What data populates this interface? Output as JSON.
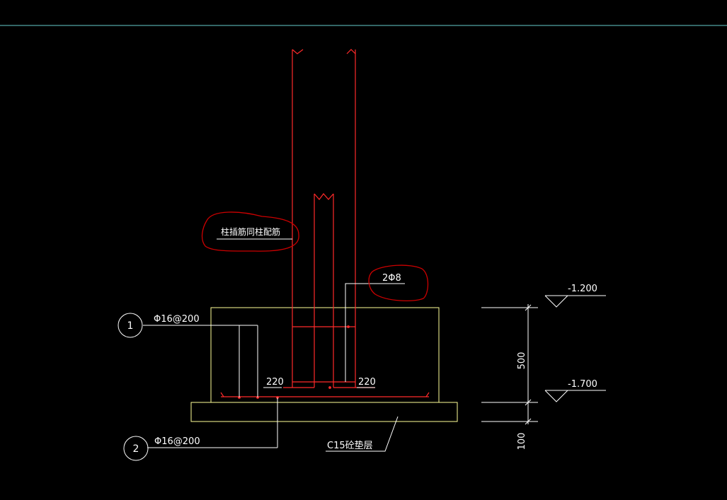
{
  "colors": {
    "background": "#000000",
    "outline": "#ffff99",
    "rebar": "#ff2a2a",
    "leader": "#ffffff",
    "cyan_line": "#66cccc",
    "markup": "#cc0000"
  },
  "labels": {
    "column_note": "柱插筋同柱配筋",
    "stirrup_note": "2Φ8",
    "bar1_spec": "Φ16@200",
    "bar2_spec": "Φ16@200",
    "bar1_marker": "1",
    "bar2_marker": "2",
    "left_dim": "220",
    "right_dim": "220",
    "cushion_note": "C15砼垫层"
  },
  "elevations": {
    "top": "-1.200",
    "bottom": "-1.700"
  },
  "dimensions": {
    "footing_height": "500",
    "cushion_height": "100"
  }
}
